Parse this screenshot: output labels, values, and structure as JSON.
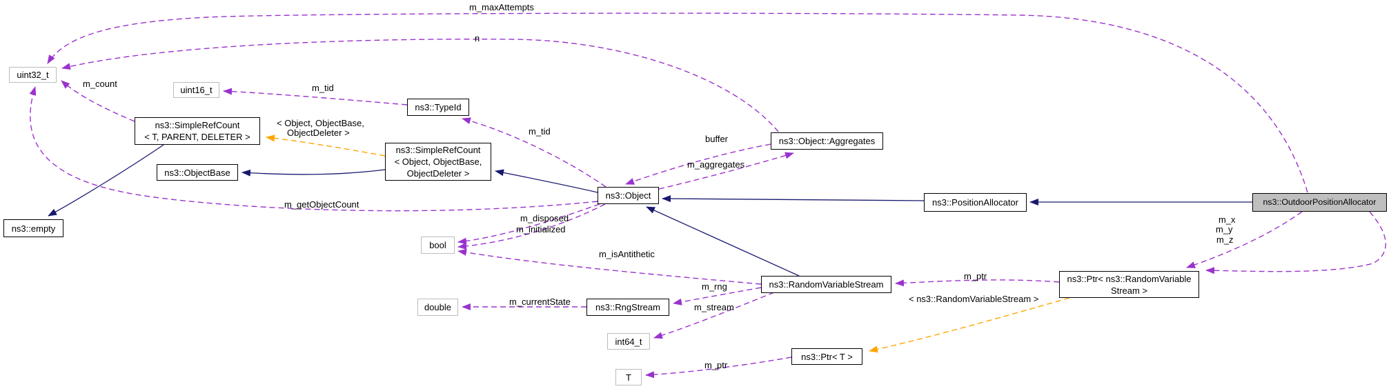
{
  "diagram": {
    "kind": "collaboration-diagram",
    "main_class": "ns3::OutdoorPositionAllocator"
  },
  "colors": {
    "inheritance_edge": "#191970",
    "usage_edge": "#9A32CD",
    "template_edge": "#FFA500",
    "main_node_fill": "#BFBFBF",
    "node_fill": "#FFFFFF",
    "node_border": "#000000",
    "builtin_node_border": "#BCBCBC"
  },
  "nodes": {
    "uint32_t": {
      "label": "uint32_t"
    },
    "uint16_t": {
      "label": "uint16_t"
    },
    "simple_ref_count_t": {
      "lines": [
        "ns3::SimpleRefCount",
        "< T, PARENT, DELETER >"
      ]
    },
    "object_base": {
      "label": "ns3::ObjectBase"
    },
    "empty": {
      "label": "ns3::empty"
    },
    "type_id": {
      "label": "ns3::TypeId"
    },
    "simple_ref_count_object": {
      "lines": [
        "ns3::SimpleRefCount",
        "< Object, ObjectBase,",
        "ObjectDeleter >"
      ]
    },
    "object": {
      "label": "ns3::Object"
    },
    "aggregates": {
      "label": "ns3::Object::Aggregates"
    },
    "position_allocator": {
      "label": "ns3::PositionAllocator"
    },
    "outdoor_position_allocator": {
      "label": "ns3::OutdoorPositionAllocator"
    },
    "bool": {
      "label": "bool"
    },
    "random_variable_stream": {
      "label": "ns3::RandomVariableStream"
    },
    "double": {
      "label": "double"
    },
    "rng_stream": {
      "label": "ns3::RngStream"
    },
    "int64_t": {
      "label": "int64_t"
    },
    "ptr_random_variable_stream": {
      "lines": [
        "ns3::Ptr< ns3::RandomVariable",
        "Stream >"
      ]
    },
    "ptr_t": {
      "label": "ns3::Ptr< T >"
    },
    "t": {
      "label": "T"
    }
  },
  "edge_labels": {
    "m_maxAttempts": "m_maxAttempts",
    "n": "n",
    "m_count": "m_count",
    "m_tid_typeid_to_uint16": "m_tid",
    "m_tid_object_to_typeid": "m_tid",
    "buffer": "buffer",
    "m_aggregates": "m_aggregates",
    "m_getObjectCount": "m_getObjectCount",
    "m_disposed": "m_disposed",
    "m_initialized": "m_initialized",
    "m_isAntithetic": "m_isAntithetic",
    "m_rng": "m_rng",
    "m_stream": "m_stream",
    "m_currentState": "m_currentState",
    "m_ptr_to_rvs": "m_ptr",
    "m_ptr_to_t": "m_ptr",
    "m_x": "m_x",
    "m_y": "m_y",
    "m_z": "m_z",
    "template_args_object": {
      "lines": [
        "< Object, ObjectBase,",
        "ObjectDeleter >"
      ]
    },
    "template_args_rvs": "< ns3::RandomVariableStream >"
  }
}
